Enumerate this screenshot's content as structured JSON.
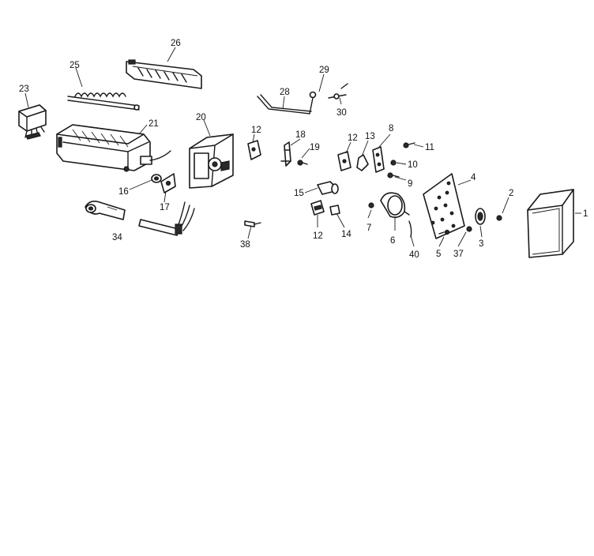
{
  "parts": [
    {
      "id": "p1",
      "label": "1"
    },
    {
      "id": "p2",
      "label": "2"
    },
    {
      "id": "p3",
      "label": "3"
    },
    {
      "id": "p4",
      "label": "4"
    },
    {
      "id": "p5",
      "label": "5"
    },
    {
      "id": "p6",
      "label": "6"
    },
    {
      "id": "p7",
      "label": "7"
    },
    {
      "id": "p8",
      "label": "8"
    },
    {
      "id": "p9",
      "label": "9"
    },
    {
      "id": "p10",
      "label": "10"
    },
    {
      "id": "p11",
      "label": "11"
    },
    {
      "id": "p12a",
      "label": "12"
    },
    {
      "id": "p12b",
      "label": "12"
    },
    {
      "id": "p12c",
      "label": "12"
    },
    {
      "id": "p13",
      "label": "13"
    },
    {
      "id": "p14",
      "label": "14"
    },
    {
      "id": "p15",
      "label": "15"
    },
    {
      "id": "p16",
      "label": "16"
    },
    {
      "id": "p17",
      "label": "17"
    },
    {
      "id": "p18",
      "label": "18"
    },
    {
      "id": "p19",
      "label": "19"
    },
    {
      "id": "p20",
      "label": "20"
    },
    {
      "id": "p21",
      "label": "21"
    },
    {
      "id": "p23",
      "label": "23"
    },
    {
      "id": "p25",
      "label": "25"
    },
    {
      "id": "p26",
      "label": "26"
    },
    {
      "id": "p28",
      "label": "28"
    },
    {
      "id": "p29",
      "label": "29"
    },
    {
      "id": "p30",
      "label": "30"
    },
    {
      "id": "p34",
      "label": "34"
    },
    {
      "id": "p37",
      "label": "37"
    },
    {
      "id": "p38",
      "label": "38"
    },
    {
      "id": "p40",
      "label": "40"
    }
  ]
}
